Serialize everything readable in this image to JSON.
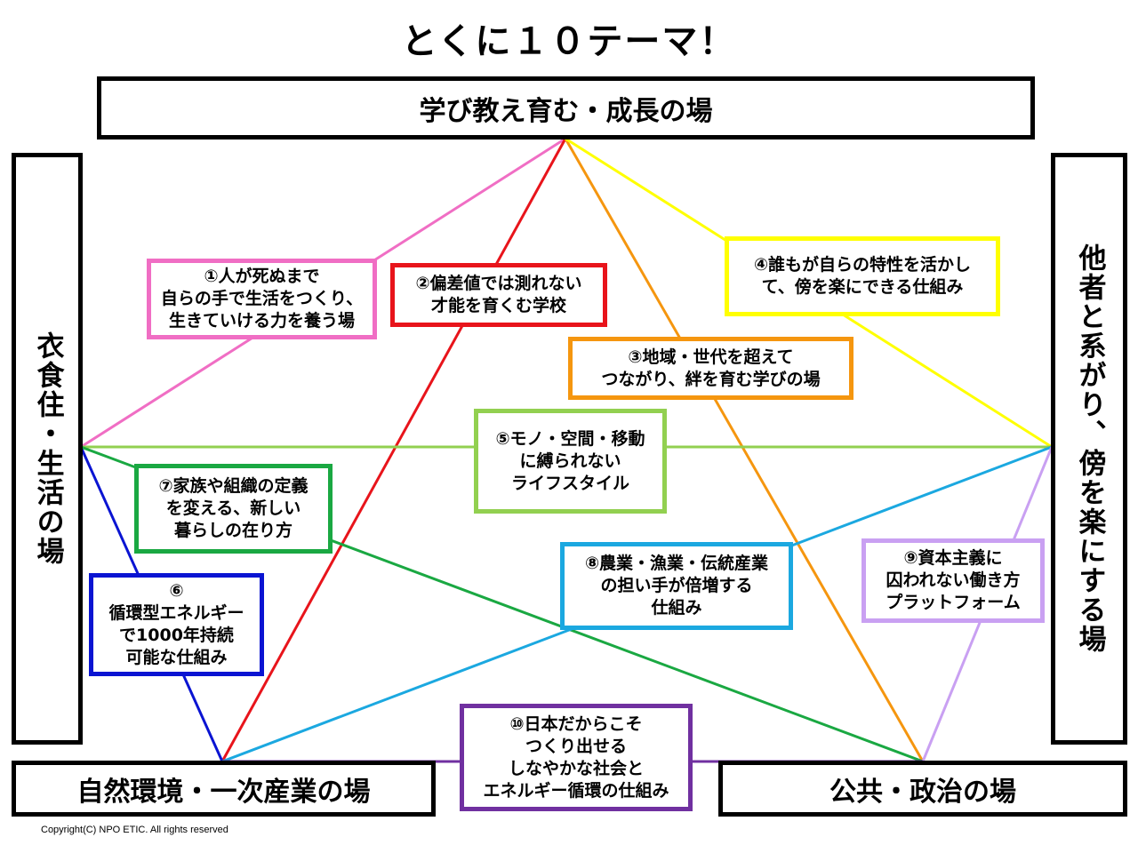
{
  "title": "とくに１０テーマ！",
  "fields": {
    "top": "学び教え育む・成長の場",
    "left": "衣食住・生活の場",
    "right": "他者と系がり、傍を楽にする場",
    "bottom_left": "自然環境・一次産業の場",
    "bottom_right": "公共・政治の場"
  },
  "themes": [
    {
      "id": "t1",
      "color": "#f06ec4",
      "lines": [
        "①人が死ぬまで",
        "自らの手で生活をつくり、",
        "生きていける力を養う場"
      ]
    },
    {
      "id": "t2",
      "color": "#e8141b",
      "lines": [
        "②偏差値では測れない",
        "才能を育くむ学校"
      ]
    },
    {
      "id": "t3",
      "color": "#f5960f",
      "lines": [
        "③地域・世代を超えて",
        "つながり、絆を育む学びの場"
      ]
    },
    {
      "id": "t4",
      "color": "#ffff00",
      "lines": [
        "④誰もが自らの特性を活かし",
        "て、傍を楽にできる仕組み"
      ]
    },
    {
      "id": "t5",
      "color": "#92d050",
      "lines": [
        "⑤モノ・空間・移動",
        "に縛られない",
        "ライフスタイル"
      ]
    },
    {
      "id": "t6",
      "color": "#0a14d2",
      "lines": [
        "⑥",
        "循環型エネルギー",
        "で1000年持続",
        "可能な仕組み"
      ]
    },
    {
      "id": "t7",
      "color": "#1aa842",
      "lines": [
        "⑦家族や組織の定義",
        "を変える、新しい",
        "暮らしの在り方"
      ]
    },
    {
      "id": "t8",
      "color": "#1ba8e0",
      "lines": [
        "⑧農業・漁業・伝統産業",
        "の担い手が倍増する",
        "仕組み"
      ]
    },
    {
      "id": "t9",
      "color": "#c9a0f2",
      "lines": [
        "⑨資本主義に",
        "囚われない働き方",
        "プラットフォーム"
      ]
    },
    {
      "id": "t10",
      "color": "#7030a0",
      "lines": [
        "⑩日本だからこそ",
        "つくり出せる",
        "しなやかな社会と",
        "エネルギー循環の仕組み"
      ]
    }
  ],
  "copyright": "Copyright(C)  NPO ETIC. All rights reserved"
}
